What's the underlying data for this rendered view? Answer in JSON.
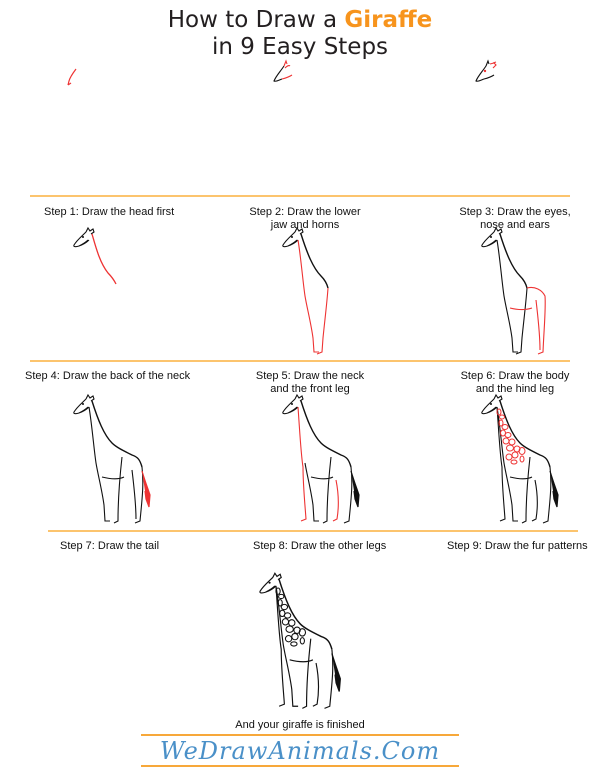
{
  "header": {
    "title_prefix": "How to Draw a ",
    "title_accent": "Giraffe",
    "subtitle": "in 9 Easy Steps"
  },
  "colors": {
    "accent": "#f7941d",
    "divider": "#fcc46e",
    "new_stroke": "#ee3333",
    "old_stroke": "#111111",
    "logo": "#4a90c8"
  },
  "top_row": {
    "labels": [
      "head-stroke-sketch",
      "jaw-and-horns-sketch",
      "eyes-nose-ears-sketch"
    ]
  },
  "steps": [
    {
      "number": 1,
      "caption": "Step 1: Draw the head first"
    },
    {
      "number": 2,
      "caption": "Step 2: Draw the lower jaw and horns",
      "line1": "Step 2: Draw the lower",
      "line2": "jaw and horns"
    },
    {
      "number": 3,
      "caption": "Step 3: Draw the eyes, nose and ears",
      "line1": "Step 3: Draw the eyes,",
      "line2": "nose and ears"
    },
    {
      "number": 4,
      "caption": "Step 4: Draw the back of the neck"
    },
    {
      "number": 5,
      "caption": "Step 5: Draw the neck and the front leg",
      "line1": "Step 5: Draw the neck",
      "line2": "and the front leg"
    },
    {
      "number": 6,
      "caption": "Step 6: Draw the body and the hind leg",
      "line1": "Step 6: Draw the body",
      "line2": "and the hind leg"
    },
    {
      "number": 7,
      "caption": "Step 7: Draw the tail"
    },
    {
      "number": 8,
      "caption": "Step 8: Draw the other legs"
    },
    {
      "number": 9,
      "caption": "Step 9: Draw the fur patterns"
    }
  ],
  "final": {
    "caption": "And your giraffe is finished"
  },
  "footer": {
    "logo_text": "WeDrawAnimals.Com"
  }
}
